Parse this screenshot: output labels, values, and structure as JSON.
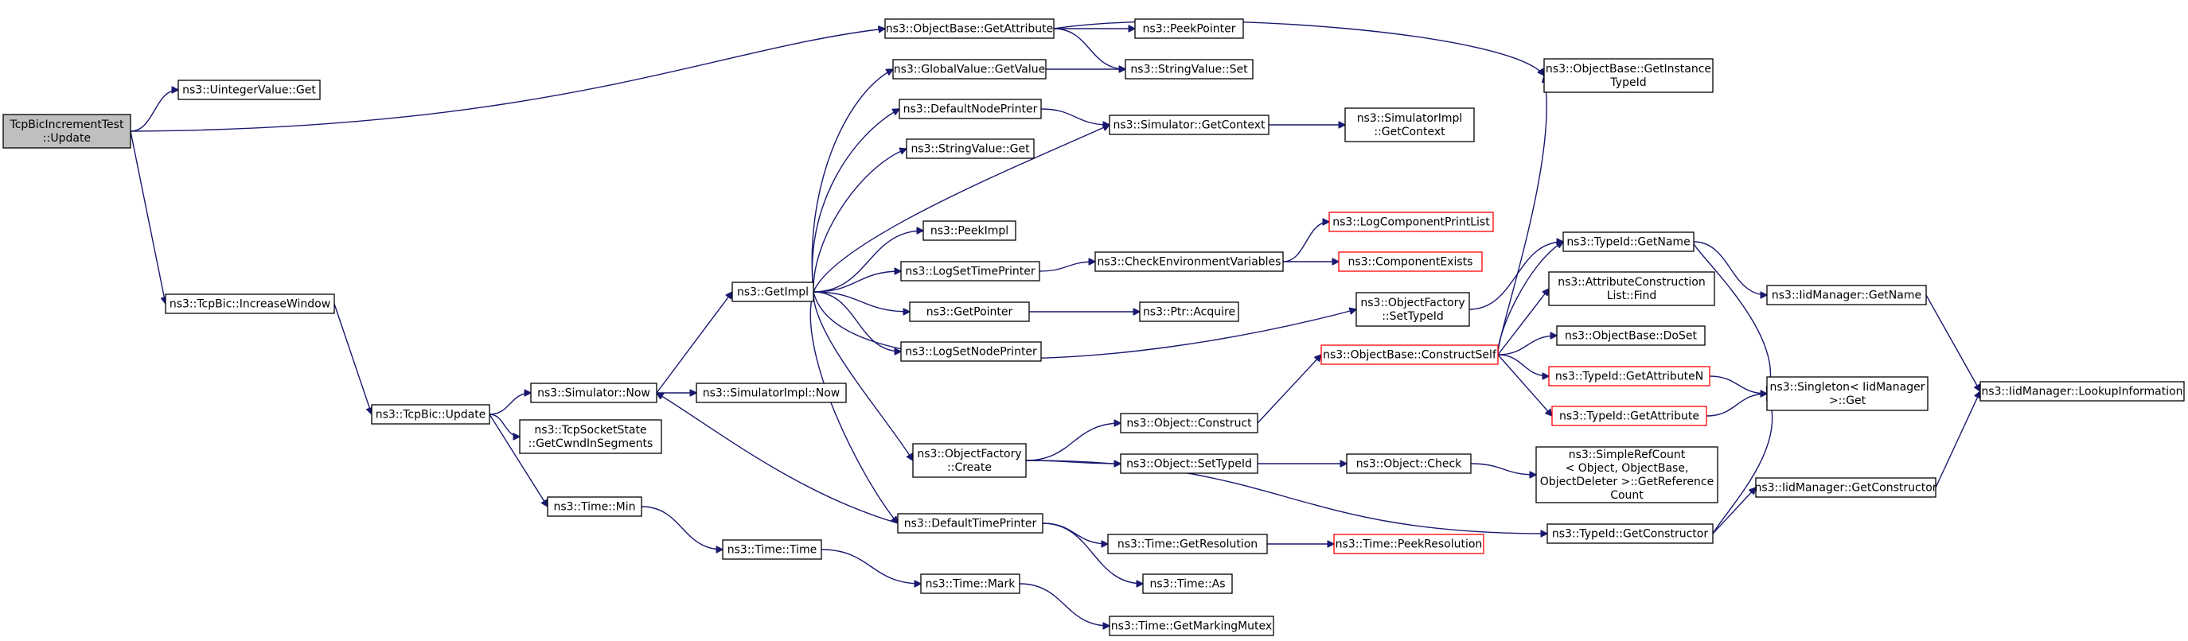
{
  "diagram": {
    "nodes": {
      "root": [
        "TcpBicIncrementTest",
        "::Update"
      ],
      "uintegerGet": [
        "ns3::UintegerValue::Get"
      ],
      "increaseWindow": [
        "ns3::TcpBic::IncreaseWindow"
      ],
      "tcpBicUpdate": [
        "ns3::TcpBic::Update"
      ],
      "simNow": [
        "ns3::Simulator::Now"
      ],
      "tcpSocketState": [
        "ns3::TcpSocketState",
        "::GetCwndInSegments"
      ],
      "timeMin": [
        "ns3::Time::Min"
      ],
      "simImplNow": [
        "ns3::SimulatorImpl::Now"
      ],
      "getImpl": [
        "ns3::GetImpl"
      ],
      "timeTime": [
        "ns3::Time::Time"
      ],
      "timeMark": [
        "ns3::Time::Mark"
      ],
      "getMarkingMutex": [
        "ns3::Time::GetMarkingMutex"
      ],
      "objBaseGetAttr": [
        "ns3::ObjectBase::GetAttribute"
      ],
      "globalGetValue": [
        "ns3::GlobalValue::GetValue"
      ],
      "defaultNodePrinter": [
        "ns3::DefaultNodePrinter"
      ],
      "stringValueGet": [
        "ns3::StringValue::Get"
      ],
      "peekImpl": [
        "ns3::PeekImpl"
      ],
      "logSetTimePrinter": [
        "ns3::LogSetTimePrinter"
      ],
      "getPointer": [
        "ns3::GetPointer"
      ],
      "logSetNodePrinter": [
        "ns3::LogSetNodePrinter"
      ],
      "objFactoryCreate": [
        "ns3::ObjectFactory",
        "::Create"
      ],
      "defaultTimePrinter": [
        "ns3::DefaultTimePrinter"
      ],
      "peekPointer": [
        "ns3::PeekPointer"
      ],
      "stringValueSet": [
        "ns3::StringValue::Set"
      ],
      "simGetContext": [
        "ns3::Simulator::GetContext"
      ],
      "checkEnvVars": [
        "ns3::CheckEnvironmentVariables"
      ],
      "ptrAcquire": [
        "ns3::Ptr::Acquire"
      ],
      "objectConstruct": [
        "ns3::Object::Construct"
      ],
      "objectSetTypeId": [
        "ns3::Object::SetTypeId"
      ],
      "timeGetResolution": [
        "ns3::Time::GetResolution"
      ],
      "timeAs": [
        "ns3::Time::As"
      ],
      "simImplGetContext": [
        "ns3::SimulatorImpl",
        "::GetContext"
      ],
      "logComponentPrintList": [
        "ns3::LogComponentPrintList"
      ],
      "componentExists": [
        "ns3::ComponentExists"
      ],
      "objFactorySetTypeId": [
        "ns3::ObjectFactory",
        "::SetTypeId"
      ],
      "constructSelf": [
        "ns3::ObjectBase::ConstructSelf"
      ],
      "objectCheck": [
        "ns3::Object::Check"
      ],
      "timePeekResolution": [
        "ns3::Time::PeekResolution"
      ],
      "getInstanceTypeId": [
        "ns3::ObjectBase::GetInstance",
        "TypeId"
      ],
      "typeIdGetName": [
        "ns3::TypeId::GetName"
      ],
      "attrConstructionFind": [
        "ns3::AttributeConstruction",
        "List::Find"
      ],
      "objBaseDoSet": [
        "ns3::ObjectBase::DoSet"
      ],
      "typeIdGetAttributeN": [
        "ns3::TypeId::GetAttributeN"
      ],
      "typeIdGetAttribute": [
        "ns3::TypeId::GetAttribute"
      ],
      "simpleRefCount": [
        "ns3::SimpleRefCount",
        "< Object, ObjectBase,",
        "ObjectDeleter >::GetReference",
        "Count"
      ],
      "typeIdGetConstructor": [
        "ns3::TypeId::GetConstructor"
      ],
      "iidGetName": [
        "ns3::IidManager::GetName"
      ],
      "singletonGet": [
        "ns3::Singleton< IidManager",
        ">::Get"
      ],
      "iidGetConstructor": [
        "ns3::IidManager::GetConstructor"
      ],
      "iidLookupInformation": [
        "ns3::IidManager::LookupInformation"
      ]
    }
  }
}
